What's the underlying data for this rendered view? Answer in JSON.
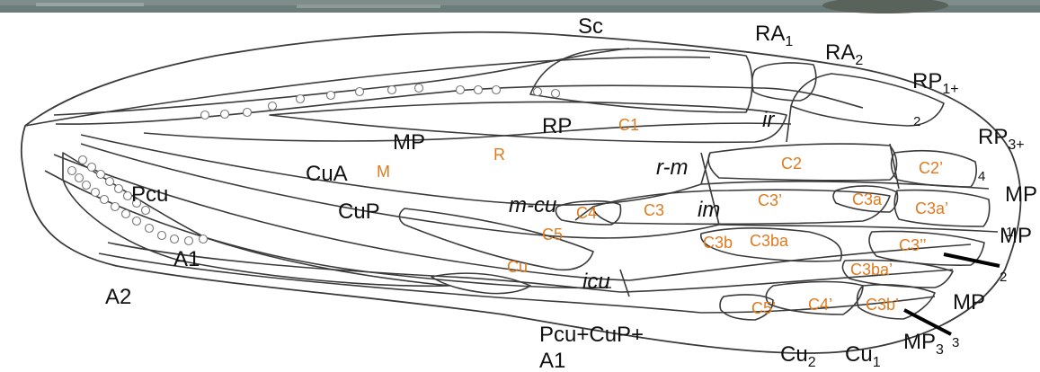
{
  "vein_labels": {
    "sc": "Sc",
    "ra1": "RA",
    "ra1_sub": "1",
    "ra2": "RA",
    "ra2_sub": "2",
    "rp1": "RP",
    "rp1_sub": "1+",
    "rp3": "RP",
    "rp3_sub": "3+",
    "rp": "RP",
    "mp_main": "MP",
    "cua": "CuA",
    "cup": "CuP",
    "pcu": "Pcu",
    "a1": "A1",
    "a2": "A2",
    "mp_right1": "MP",
    "mp_right2": "MP",
    "mp_right3": "MP",
    "mp_bottom": "MP",
    "mp_bottom_sub": "3",
    "cu2": "Cu",
    "cu2_sub": "2",
    "cu1": "Cu",
    "cu1_sub": "1",
    "bottom_line1": "Pcu+CuP+",
    "bottom_line2": "A1"
  },
  "crossvein_labels": {
    "ir": "ir",
    "rm": "r-m",
    "mcu": "m-cu",
    "im": "im",
    "icu": "icu"
  },
  "cell_labels": {
    "c1": "C1",
    "r": "R",
    "m": "M",
    "c2": "C2",
    "c2p": "C2’",
    "c3p": "C3’",
    "c3a": "C3a",
    "c3ap": "C3a’",
    "c4": "C4",
    "c3": "C3",
    "c3b": "C3b",
    "c3ba": "C3ba",
    "c3pp": "C3’’",
    "c5": "C5",
    "cu": "Cu",
    "c3bap": "C3ba’",
    "c3bp": "C3b’",
    "c4p": "C4’",
    "c5p": "C5’"
  },
  "numbers": {
    "n2a": "2",
    "n4": "4",
    "n1": "1",
    "n2b": "2",
    "n3": "3"
  }
}
